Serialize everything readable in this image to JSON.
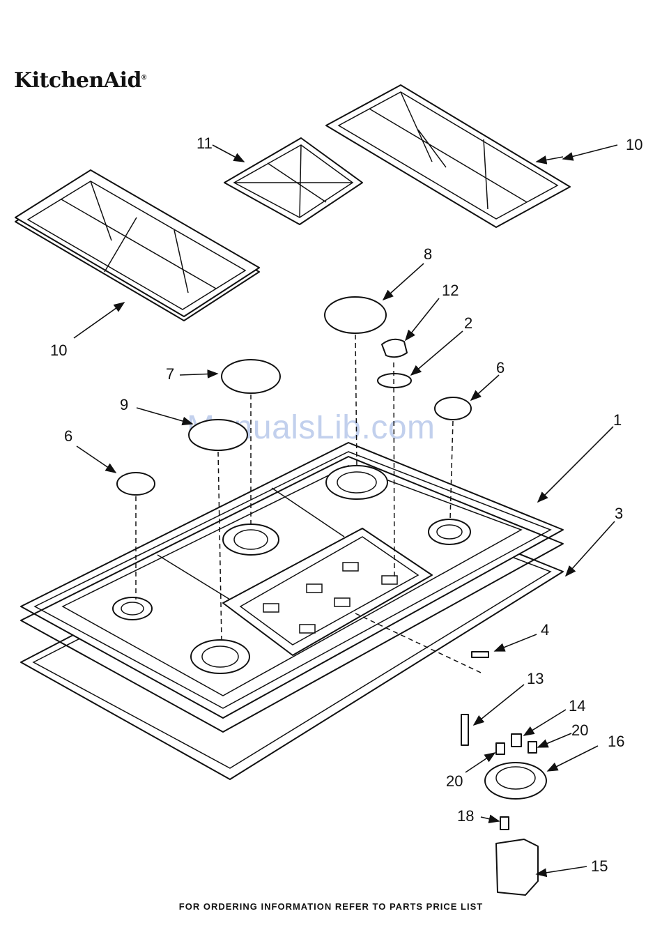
{
  "brand": {
    "name": "KitchenAid",
    "mark": "®"
  },
  "watermark": "ManualsLib.com",
  "footer": "FOR ORDERING INFORMATION REFER TO PARTS PRICE LIST",
  "callouts": {
    "c1": "1",
    "c2": "2",
    "c3": "3",
    "c4": "4",
    "c6a": "6",
    "c6b": "6",
    "c7": "7",
    "c8": "8",
    "c9": "9",
    "c10a": "10",
    "c10b": "10",
    "c11": "11",
    "c12": "12",
    "c13": "13",
    "c14": "14",
    "c15": "15",
    "c16": "16",
    "c18": "18",
    "c20a": "20",
    "c20b": "20"
  }
}
